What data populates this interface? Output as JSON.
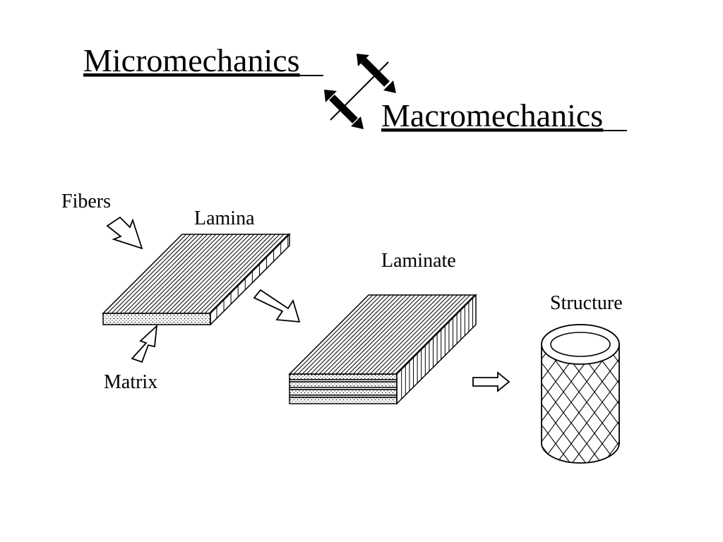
{
  "title_micro": "Micromechanics",
  "title_macro": "Macromechanics",
  "labels": {
    "fibers": "Fibers",
    "lamina": "Lamina",
    "matrix": "Matrix",
    "laminate": "Laminate",
    "structure": "Structure"
  },
  "colors": {
    "ink": "#000000",
    "background": "#ffffff"
  }
}
